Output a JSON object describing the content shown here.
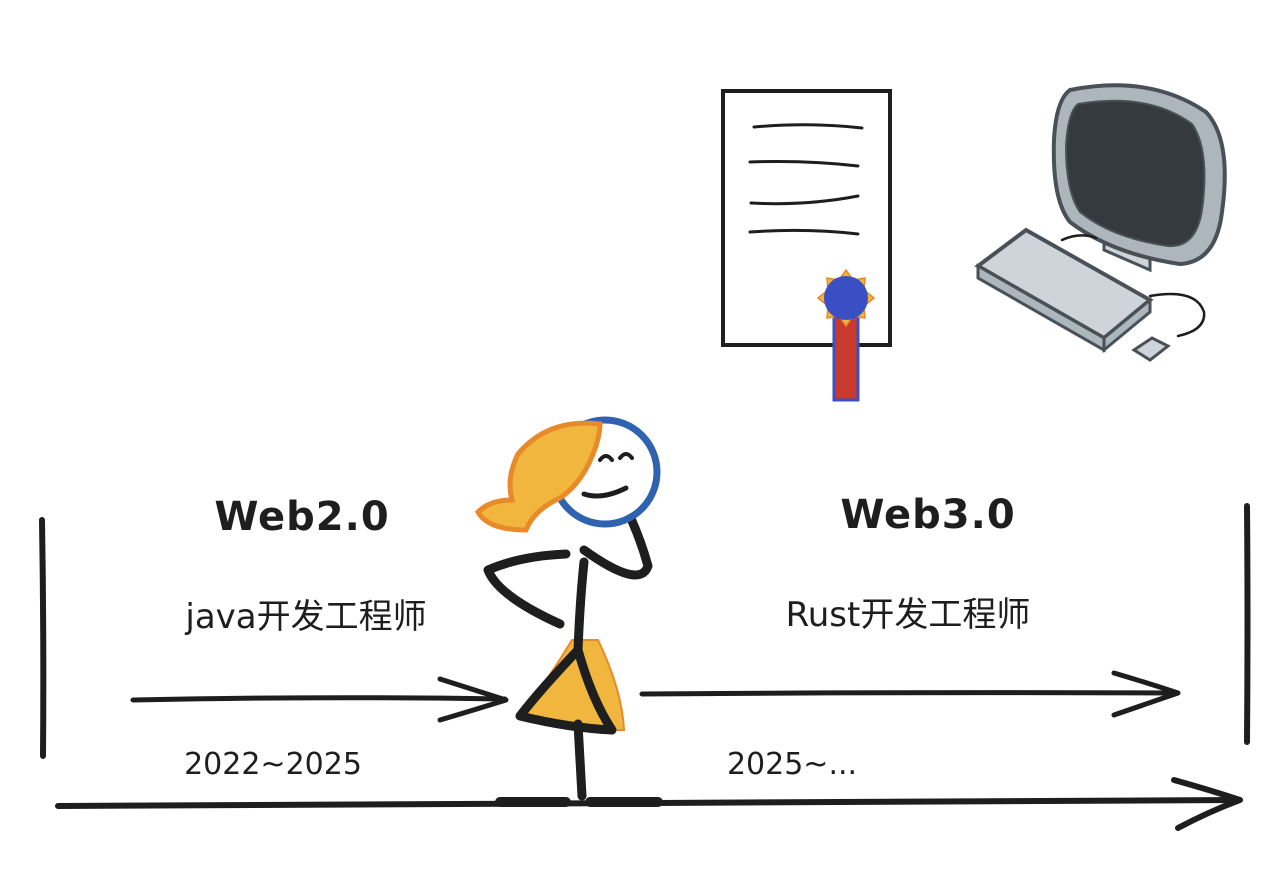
{
  "timeline": {
    "web2": {
      "era_label": "Web2.0",
      "role_label": "java开发工程师",
      "period_label": "2022~2025"
    },
    "web3": {
      "era_label": "Web3.0",
      "role_label": "Rust开发工程师",
      "period_label": "2025~..."
    }
  },
  "illustration": {
    "person_icon": "thinking-person-icon",
    "certificate_icon": "certificate-icon",
    "computer_icon": "desktop-computer-icon"
  },
  "colors": {
    "ink": "#1e1e1e",
    "figure_blue": "#2f63b0",
    "hair_orange": "#e8892a",
    "fill_yellow": "#f0b63e",
    "seal_blue": "#3b4fc4",
    "ribbon_red": "#c83a2e",
    "screen_dark": "#343a40",
    "device_gray": "#ced4da"
  }
}
